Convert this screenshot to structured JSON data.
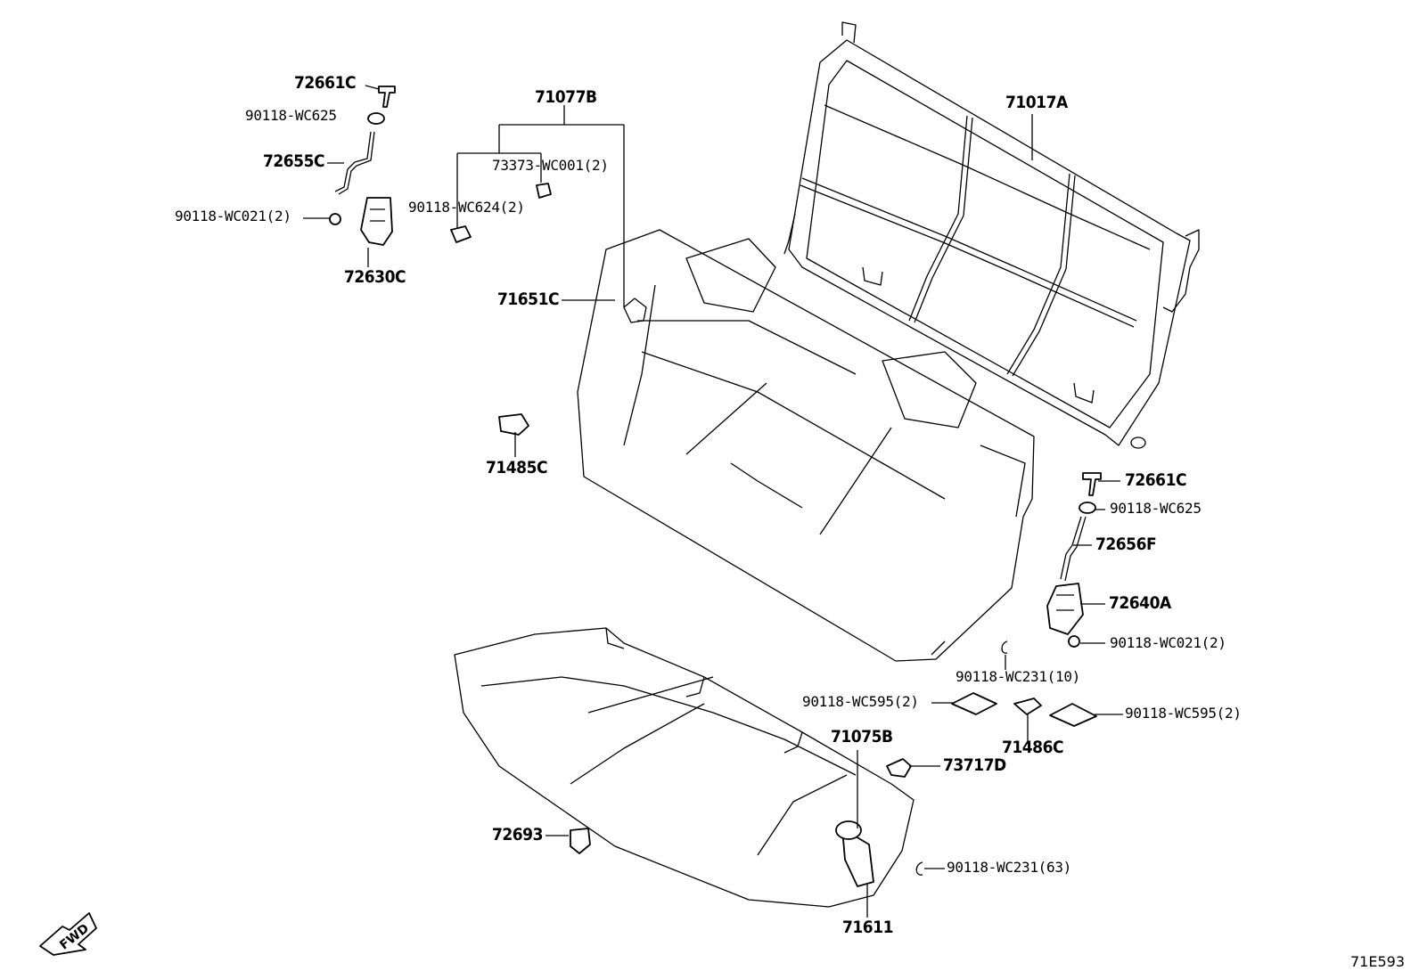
{
  "labels": {
    "p72661c_l": "72661C",
    "p90118_wc625_l": "90118-WC625",
    "p72655c": "72655C",
    "p90118_wc021_l": "90118-WC021(2)",
    "p72630c": "72630C",
    "p71077b": "71077B",
    "p73373": "73373-WC001(2)",
    "p90118_wc624": "90118-WC624(2)",
    "p71651c": "71651C",
    "p71485c": "71485C",
    "p71017a": "71017A",
    "p72661c_r": "72661C",
    "p90118_wc625_r": "90118-WC625",
    "p72656f": "72656F",
    "p72640a": "72640A",
    "p90118_wc021_r": "90118-WC021(2)",
    "p90118_wc231_10": "90118-WC231(10)",
    "p90118_wc595_l": "90118-WC595(2)",
    "p90118_wc595_r": "90118-WC595(2)",
    "p71486c": "71486C",
    "p71075b": "71075B",
    "p73717d": "73717D",
    "p72693": "72693",
    "p90118_wc231_63": "90118-WC231(63)",
    "p71611": "71611"
  },
  "fwd_label": "FWD",
  "diagram_code": "71E593"
}
